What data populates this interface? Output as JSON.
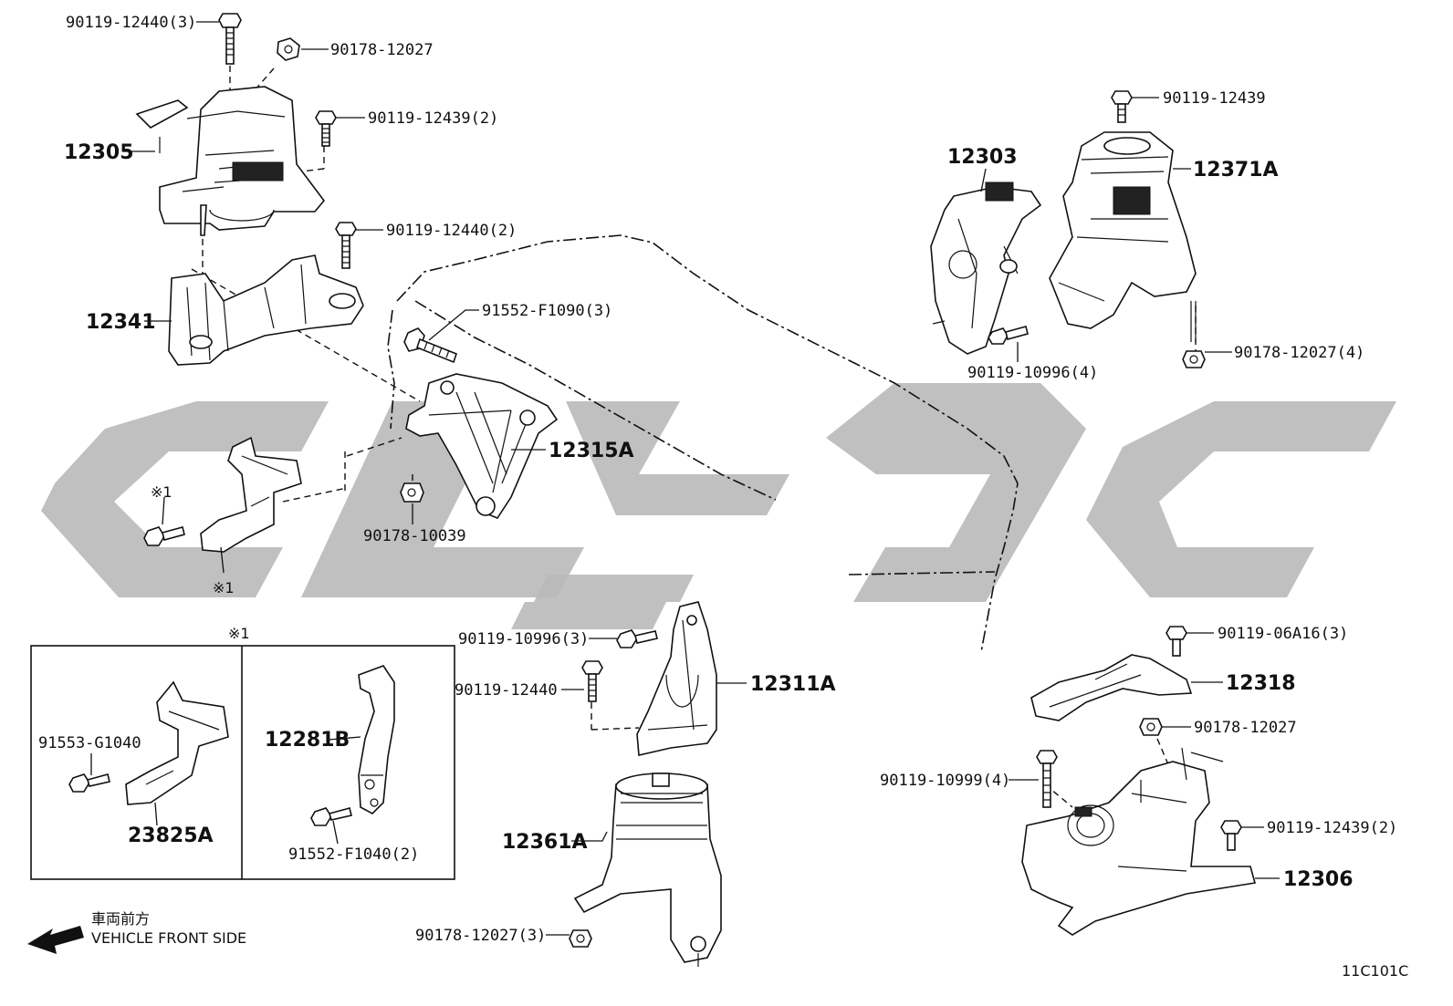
{
  "diagram": {
    "code": "11C101C",
    "direction": {
      "jp": "車両前方",
      "en": "VEHICLE FRONT SIDE"
    },
    "inset_title": "※1",
    "labels": {
      "l_90119_12440_3": "90119-12440(3)",
      "l_90178_12027_a": "90178-12027",
      "l_90119_12439_2_a": "90119-12439(2)",
      "l_12305": "12305",
      "l_90119_12440_2": "90119-12440(2)",
      "l_12341": "12341",
      "l_91552_f1090": "91552-F1090(3)",
      "l_12315a": "12315A",
      "l_90178_10039": "90178-10039",
      "l_star1_a": "※1",
      "l_star1_b": "※1",
      "l_12303": "12303",
      "l_90119_12439": "90119-12439",
      "l_12371a": "12371A",
      "l_90119_10996_4": "90119-10996(4)",
      "l_90178_12027_4": "90178-12027(4)",
      "l_90119_10996_3": "90119-10996(3)",
      "l_90119_12440": "90119-12440",
      "l_12311a": "12311A",
      "l_12361a": "12361A",
      "l_90178_12027_3": "90178-12027(3)",
      "l_90119_06a16": "90119-06A16(3)",
      "l_12318": "12318",
      "l_90178_12027_b": "90178-12027",
      "l_90119_10999": "90119-10999(4)",
      "l_90119_12439_2_b": "90119-12439(2)",
      "l_12306": "12306",
      "l_91553_g1040": "91553-G1040",
      "l_23825a": "23825A",
      "l_12281b": "12281B",
      "l_91552_f1040": "91552-F1040(2)"
    }
  }
}
